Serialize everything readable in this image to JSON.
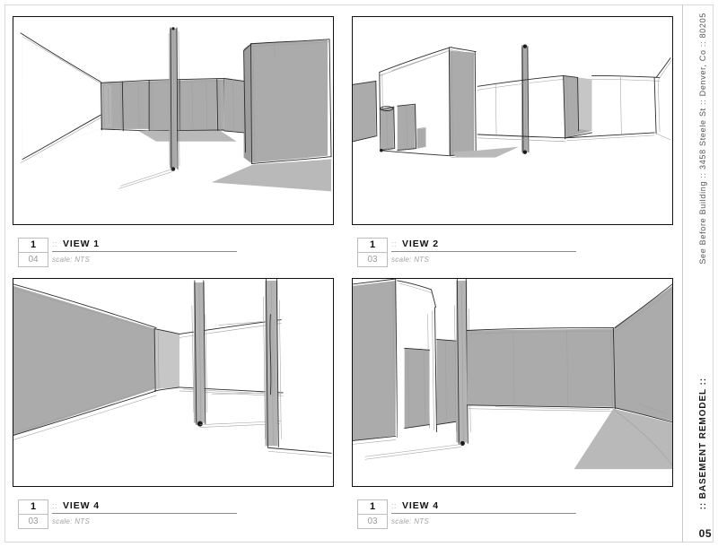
{
  "sheet": {
    "address_text": "See Before Building :: 3458 Steele St :: Denver, Co :: 80205",
    "project_text": ":: BASEMENT REMODEL ::",
    "page_number": "05"
  },
  "panels": [
    {
      "detail_number": "1",
      "sheet_number": "04",
      "separator": "::",
      "title": "VIEW 1",
      "scale": "scale: NTS"
    },
    {
      "detail_number": "1",
      "sheet_number": "03",
      "separator": "::",
      "title": "VIEW 2",
      "scale": "scale: NTS"
    },
    {
      "detail_number": "1",
      "sheet_number": "03",
      "separator": "::",
      "title": "VIEW 4",
      "scale": "scale: NTS"
    },
    {
      "detail_number": "1",
      "sheet_number": "03",
      "separator": "::",
      "title": "VIEW 4",
      "scale": "scale: NTS"
    }
  ],
  "colors": {
    "wall_fill": "#ababab",
    "shadow_fill": "#b9b9b9",
    "line": "#2b2b2b",
    "frame": "#111111",
    "page_border": "#d8d8d8",
    "muted_text": "#9a9a9a"
  }
}
